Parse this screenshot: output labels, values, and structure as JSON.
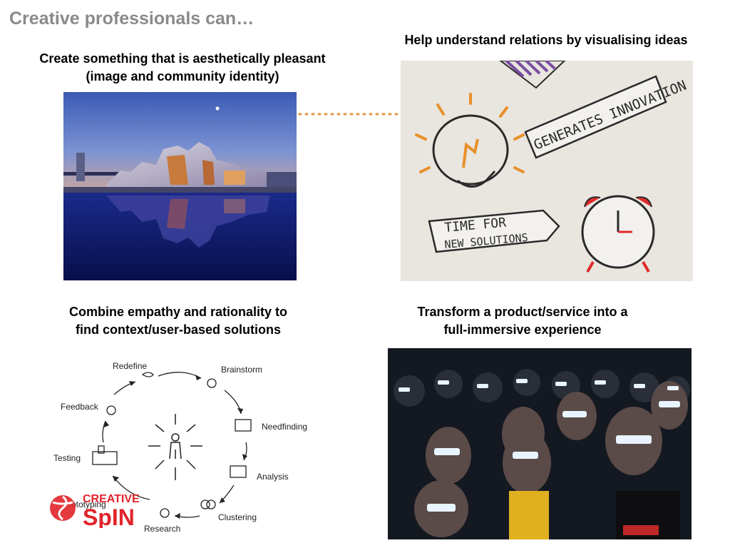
{
  "slide": {
    "title": "Creative professionals can…"
  },
  "captions": {
    "top_left": [
      "Create something that is aesthetically pleasant",
      "(image and community identity)"
    ],
    "top_right": [
      "Help understand relations by visualising ideas"
    ],
    "bottom_left": [
      "Combine empathy and rationality to",
      "find context/user-based solutions"
    ],
    "bottom_right": [
      "Transform a product/service into a",
      "full-immersive experience"
    ]
  },
  "sketch": {
    "banner_1": "GENERATES INNOVATION",
    "banner_2_line1": "TIME FOR",
    "banner_2_line2": "NEW SOLUTIONS"
  },
  "design_cycle": {
    "stages": [
      "Redefine",
      "Brainstorm",
      "Needfinding",
      "Analysis",
      "Clustering",
      "Research",
      "Prototyping",
      "Testing",
      "Feedback"
    ]
  },
  "logo": {
    "line1": "CREATIVE",
    "line2": "SpIN"
  },
  "colors": {
    "title_gray": "#8a8a8a",
    "connector_orange": "#e8963c",
    "logo_red": "#e2242b"
  }
}
